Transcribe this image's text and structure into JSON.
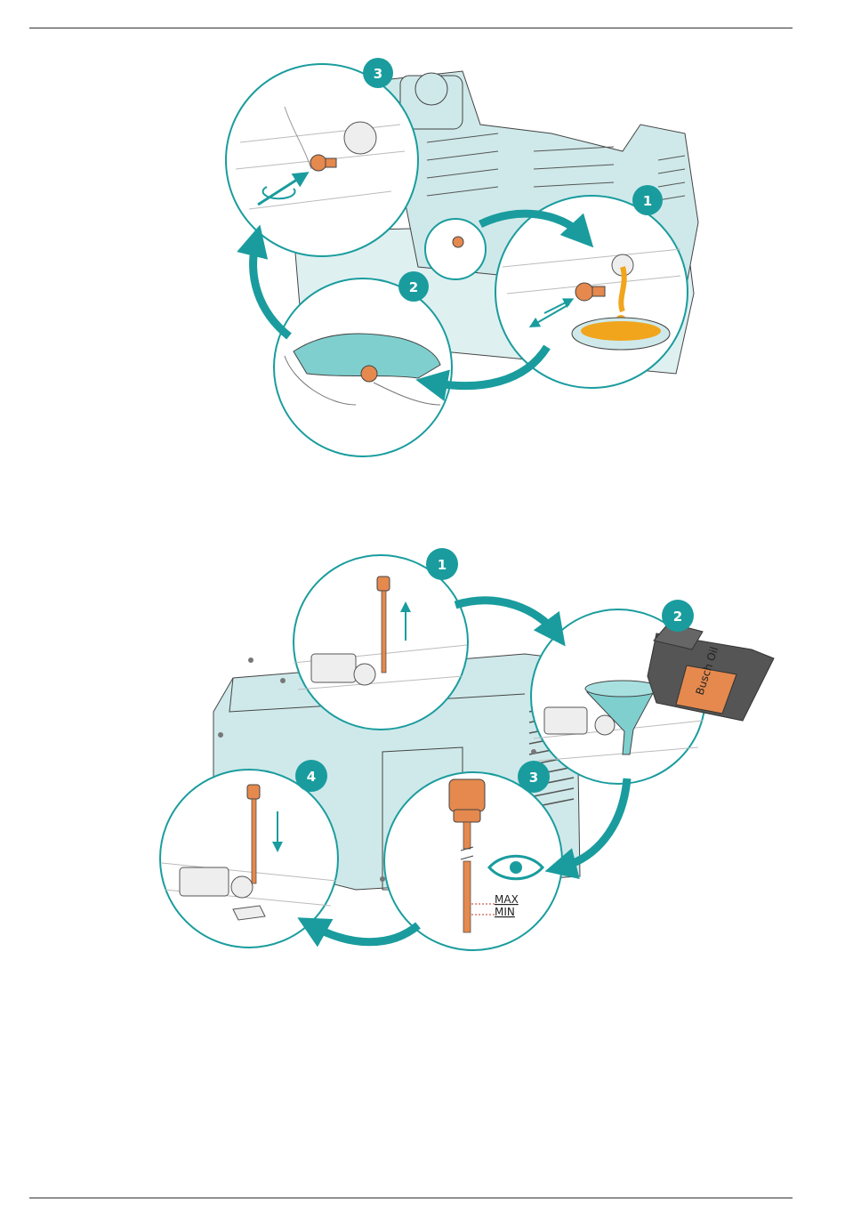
{
  "figure1": {
    "steps": [
      "1",
      "2",
      "3"
    ]
  },
  "figure2": {
    "steps": [
      "1",
      "2",
      "3",
      "4"
    ],
    "dipstick": {
      "max_label": "MAX",
      "min_label": "MIN"
    },
    "oil_can_label": "Busch Oil"
  },
  "colors": {
    "teal": "#1a9c9e",
    "machine": "#cfe9ea",
    "orange": "#e5894e",
    "oil": "#f0a51c"
  }
}
